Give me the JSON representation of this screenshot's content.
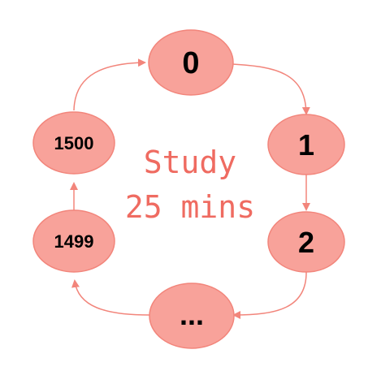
{
  "colors": {
    "node_fill": "#f8a29a",
    "node_stroke": "#f2857b",
    "arrow": "#f2857b",
    "center_text": "#ef6b61"
  },
  "nodes": {
    "n0": {
      "label": "0"
    },
    "n1": {
      "label": "1"
    },
    "n2": {
      "label": "2"
    },
    "ellipsis": {
      "label": "..."
    },
    "n1499": {
      "label": "1499"
    },
    "n1500": {
      "label": "1500"
    }
  },
  "center": {
    "line1": "Study",
    "line2": "25 mins"
  }
}
